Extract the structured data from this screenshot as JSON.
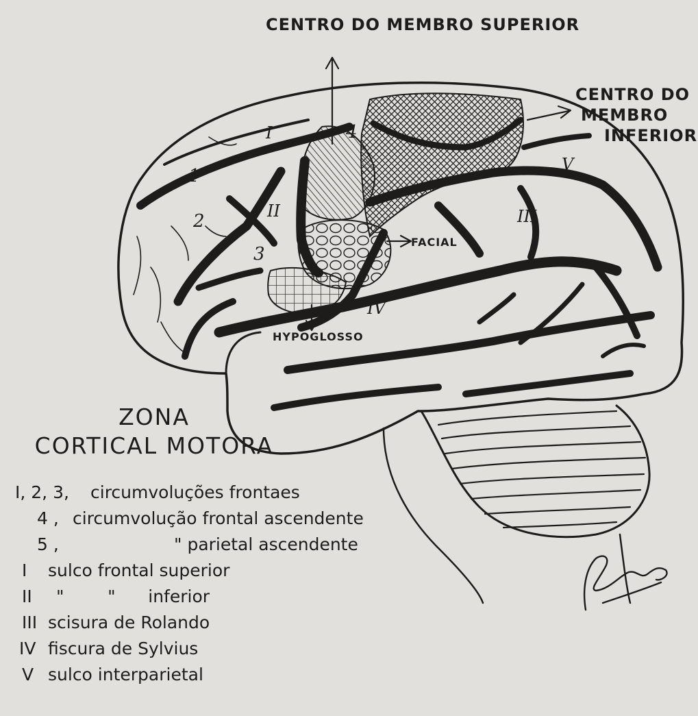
{
  "diagram": {
    "labels": {
      "upper_limb_center": "CENTRO DO MEMBRO SUPERIOR",
      "lower_limb_center_1": "CENTRO DO",
      "lower_limb_center_2": "MEMBRO",
      "lower_limb_center_3": "INFERIOR",
      "facial": "FACIAL",
      "hypoglosso": "HYPOGLOSSO"
    },
    "brain_marks": {
      "roman_I": "I",
      "roman_II": "II",
      "roman_III": "III",
      "roman_IV": "IV",
      "roman_V": "V",
      "num_1": "1",
      "num_2": "2",
      "num_3": "3",
      "num_4": "4"
    },
    "title": {
      "line1": "ZONA",
      "line2": "CORTICAL MOTORA"
    },
    "legend": [
      {
        "key": "I, 2, 3,",
        "text": "circumvoluções frontaes"
      },
      {
        "key": "4 ,",
        "text": "circumvolução frontal ascendente"
      },
      {
        "key": "5 ,",
        "text": "\" parietal ascendente"
      },
      {
        "key": "I",
        "text": "sulco frontal superior"
      },
      {
        "key": "II",
        "text": "\"        \"      inferior"
      },
      {
        "key": "III",
        "text": "scisura de Rolando"
      },
      {
        "key": "IV",
        "text": "fiscura de Sylvius"
      },
      {
        "key": "V",
        "text": "sulco interparietal"
      }
    ],
    "signature": "CBenvenuto"
  },
  "colors": {
    "paper": "#e2e0dd",
    "ink": "#1d1c1a"
  }
}
